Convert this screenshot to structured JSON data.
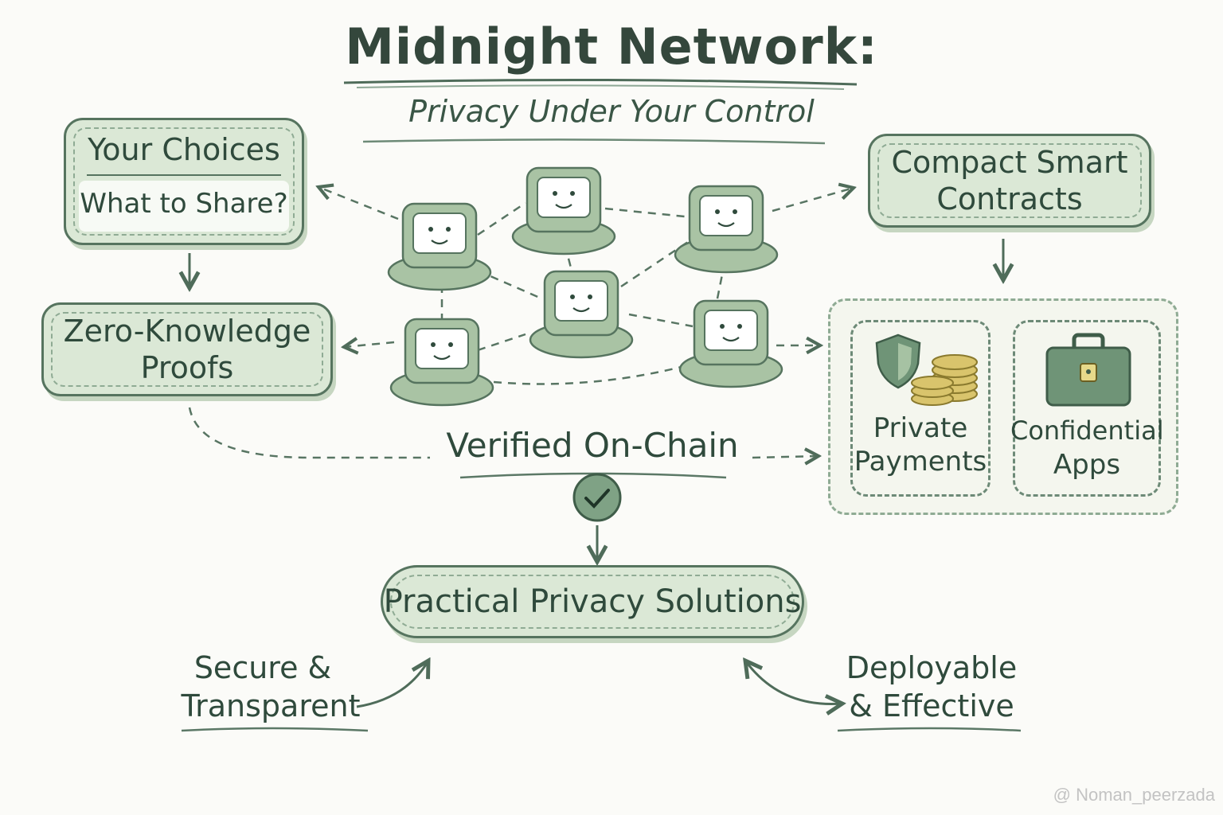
{
  "title": "Midnight Network:",
  "subtitle": "Privacy Under Your Control",
  "choices": {
    "heading": "Your Choices",
    "question": "What to Share?"
  },
  "zk": {
    "line1": "Zero-Knowledge",
    "line2": "Proofs"
  },
  "contracts": {
    "line1": "Compact Smart",
    "line2": "Contracts"
  },
  "apps": {
    "payments": {
      "line1": "Private",
      "line2": "Payments"
    },
    "confidential": {
      "line1": "Confidential",
      "line2": "Apps"
    }
  },
  "verified": "Verified On-Chain",
  "solutions": "Practical Privacy Solutions",
  "left_note": {
    "line1": "Secure &",
    "line2": "Transparent"
  },
  "right_note": {
    "line1": "Deployable",
    "line2": "& Effective"
  },
  "watermark": "@ Noman_peerzada",
  "colors": {
    "box_fill": "#dbe8d6",
    "stroke": "#56745f",
    "ink": "#2f4a3c",
    "coin": "#d4c06a"
  },
  "icons": [
    "computer-node-icon",
    "shield-icon",
    "coin-stack-icon",
    "briefcase-icon",
    "checkmark-icon"
  ]
}
